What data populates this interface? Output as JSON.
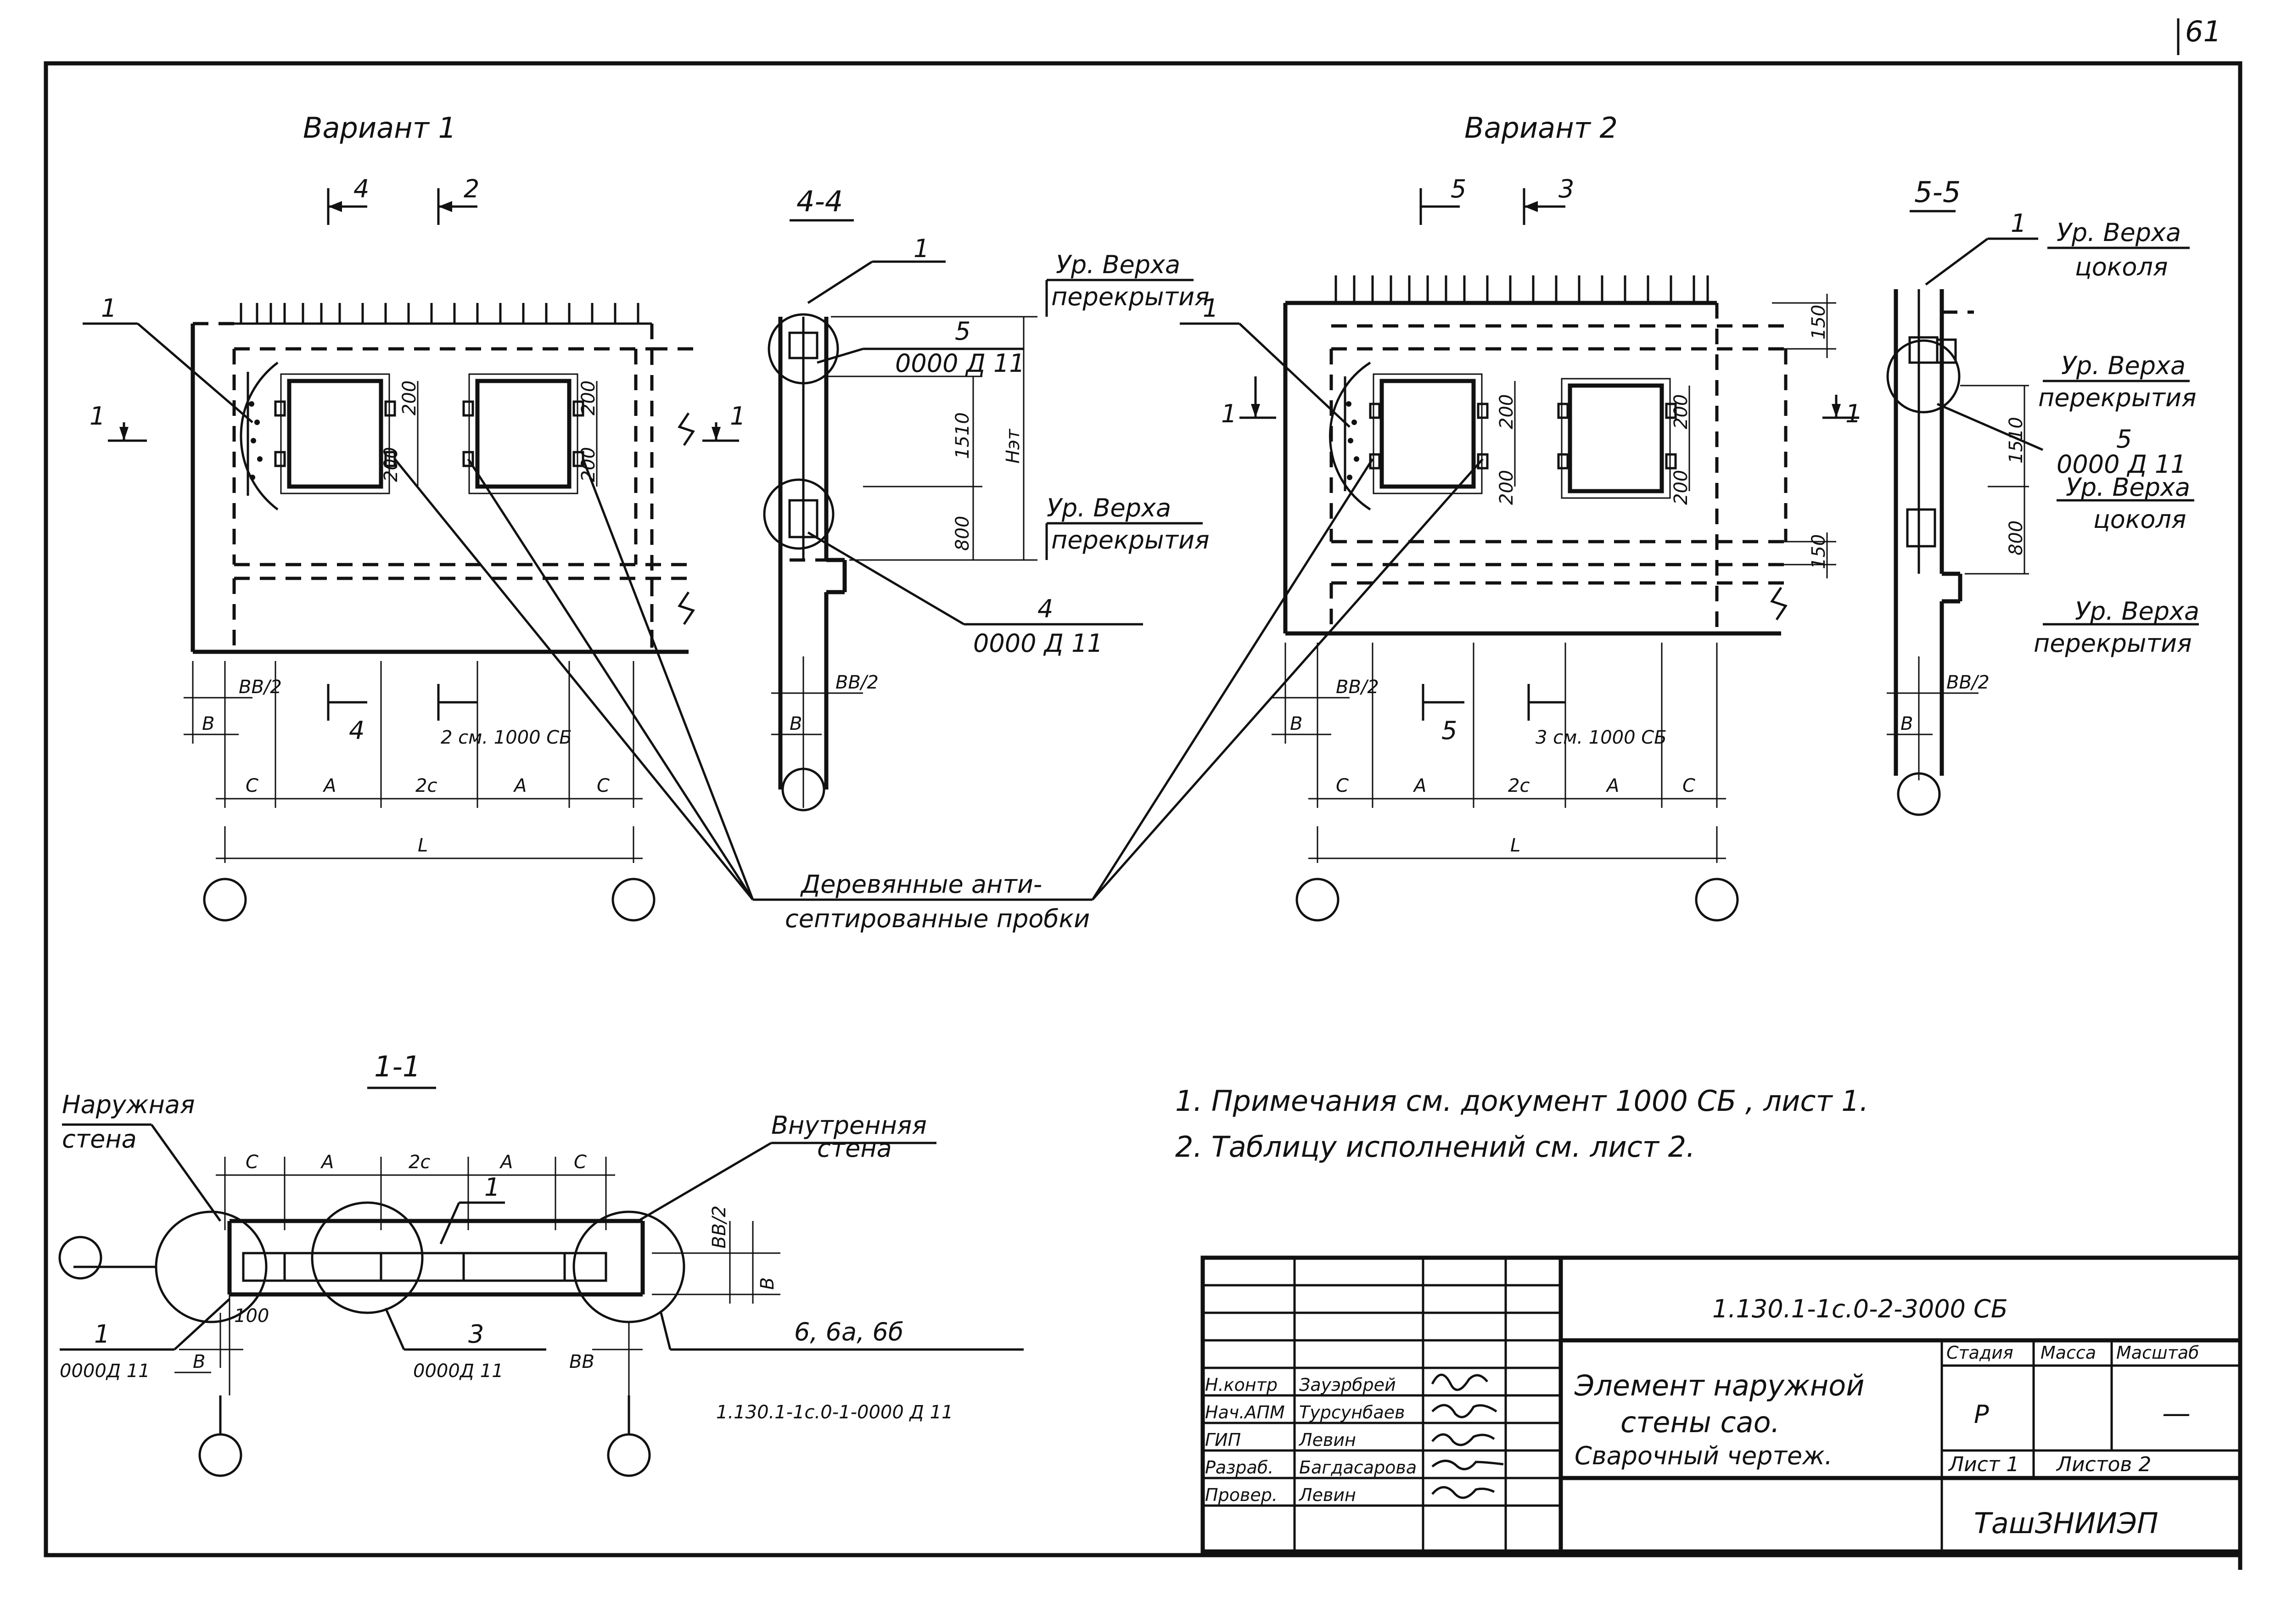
{
  "page_number": "61",
  "variant1": {
    "title": "Вариант 1",
    "cut_marks": [
      "4",
      "2"
    ],
    "section_1_marks": [
      "1",
      "1"
    ],
    "callout": "1",
    "dims_vertical": [
      "200",
      "200",
      "200",
      "200"
    ],
    "dims_bottom": [
      "ВВ/2",
      "В",
      "С",
      "А",
      "2с",
      "А",
      "С",
      "L"
    ],
    "cut_bottom": [
      "4",
      "2 см. 1000 СБ"
    ]
  },
  "section44": {
    "title": "4-4",
    "callouts": [
      "1",
      "5",
      "0000 Д 11",
      "4",
      "0000 Д 11"
    ],
    "level_top": [
      "Ур. Верха",
      "перекрытия"
    ],
    "level_bottom": [
      "Ур. Верха",
      "перекрытия"
    ],
    "dims": [
      "1510",
      "800",
      "Нэт",
      "ВВ/2",
      "В"
    ]
  },
  "variant2": {
    "title": "Вариант 2",
    "cut_marks": [
      "5",
      "3"
    ],
    "section_1_marks": [
      "1",
      "1"
    ],
    "callout": "1",
    "dims_vertical": [
      "200",
      "200",
      "200",
      "200",
      "150",
      "150"
    ],
    "dims_bottom": [
      "ВВ/2",
      "В",
      "С",
      "А",
      "2с",
      "А",
      "С",
      "L"
    ],
    "cut_bottom": [
      "5",
      "3 см. 1000 СБ"
    ]
  },
  "section55": {
    "title": "5-5",
    "callouts": [
      "1",
      "5",
      "0000 Д 11"
    ],
    "level_labels": [
      [
        "Ур. Верха",
        "цоколя"
      ],
      [
        "Ур. Верха",
        "перекрытия"
      ],
      [
        "Ур. Верха",
        "цоколя"
      ],
      [
        "Ур. Верха",
        "перекрытия"
      ]
    ],
    "dims": [
      "1510",
      "800",
      "ВВ/2",
      "В"
    ]
  },
  "wood_plugs_note": [
    "Деревянные анти-",
    "септированные пробки"
  ],
  "section11": {
    "title": "1-1",
    "outer_wall": [
      "Наружная",
      "стена"
    ],
    "inner_wall": [
      "Внутренняя",
      "стена"
    ],
    "dims": [
      "С",
      "А",
      "2с",
      "А",
      "С",
      "ВВ/2",
      "В",
      "100",
      "В",
      "ВВ"
    ],
    "callouts": [
      {
        "num": "1",
        "code": "0000Д 11"
      },
      {
        "num": "1",
        "code": ""
      },
      {
        "num": "3",
        "code": "0000Д 11"
      },
      {
        "num": "6, 6а, 6б",
        "code": "1.130.1-1с.0-1-0000 Д 11"
      }
    ]
  },
  "notes": [
    "1. Примечания см. документ 1000 СБ , лист 1.",
    "2. Таблицу исполнений см. лист 2."
  ],
  "title_block": {
    "doc_code": "1.130.1-1с.0-2-3000 СБ",
    "title_lines": [
      "Элемент наружной",
      "стены сао.",
      "Сварочный чертеж."
    ],
    "headers": [
      "Стадия",
      "Масса",
      "Масштаб"
    ],
    "stage": "Р",
    "mass": "",
    "scale": "—",
    "sheet": "Лист 1",
    "sheets": "Листов 2",
    "org": "ТашЗНИИЭП",
    "signatures": [
      {
        "role": "Н.контр",
        "name": "Зауэрбрей"
      },
      {
        "role": "Нач.АПМ",
        "name": "Турсунбаев"
      },
      {
        "role": "ГИП",
        "name": "Левин"
      },
      {
        "role": "Разраб.",
        "name": "Багдасарова"
      },
      {
        "role": "Провер.",
        "name": "Левин"
      }
    ]
  }
}
